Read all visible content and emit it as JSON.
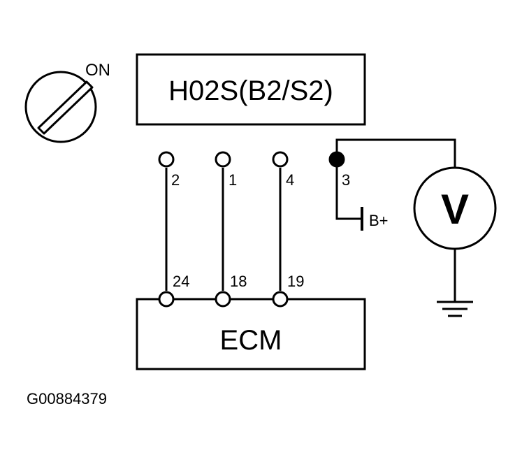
{
  "ignition": {
    "state_label": "ON",
    "icon": "ignition-key-icon"
  },
  "sensor": {
    "label": "H02S(B2/S2)"
  },
  "ecm": {
    "label": "ECM"
  },
  "sensor_pins": [
    "2",
    "1",
    "4",
    "3"
  ],
  "ecm_pins": [
    "24",
    "18",
    "19"
  ],
  "supply": {
    "label": "B+"
  },
  "meter": {
    "label": "V",
    "icon": "voltmeter-icon"
  },
  "ground": {
    "icon": "ground-icon"
  },
  "figure_id": "G00884379"
}
